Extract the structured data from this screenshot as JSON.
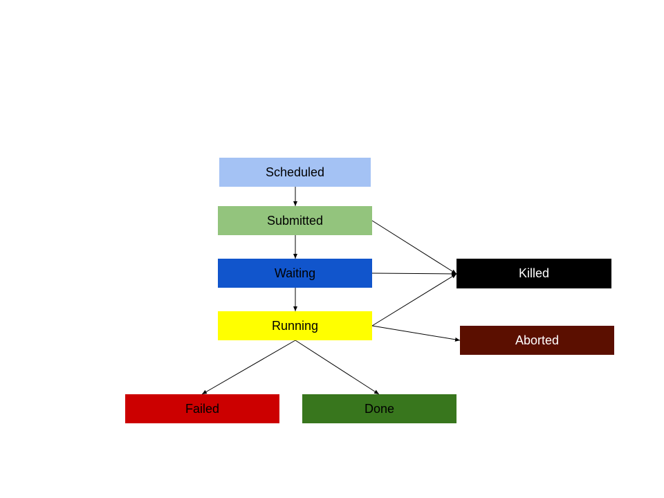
{
  "nodes": {
    "scheduled": {
      "label": "Scheduled",
      "color": "#a4c2f4",
      "text_color": "#000000"
    },
    "submitted": {
      "label": "Submitted",
      "color": "#93c47d",
      "text_color": "#000000"
    },
    "waiting": {
      "label": "Waiting",
      "color": "#1155cc",
      "text_color": "#000000"
    },
    "running": {
      "label": "Running",
      "color": "#ffff00",
      "text_color": "#000000"
    },
    "killed": {
      "label": "Killed",
      "color": "#000000",
      "text_color": "#ffffff"
    },
    "aborted": {
      "label": "Aborted",
      "color": "#5b0f00",
      "text_color": "#ffffff"
    },
    "failed": {
      "label": "Failed",
      "color": "#cc0000",
      "text_color": "#000000"
    },
    "done": {
      "label": "Done",
      "color": "#38761d",
      "text_color": "#000000"
    }
  },
  "edges": [
    {
      "from": "scheduled",
      "to": "submitted"
    },
    {
      "from": "submitted",
      "to": "waiting"
    },
    {
      "from": "waiting",
      "to": "running"
    },
    {
      "from": "submitted",
      "to": "killed"
    },
    {
      "from": "waiting",
      "to": "killed"
    },
    {
      "from": "running",
      "to": "killed"
    },
    {
      "from": "running",
      "to": "aborted"
    },
    {
      "from": "running",
      "to": "failed"
    },
    {
      "from": "running",
      "to": "done"
    }
  ],
  "edge_color": "#000000"
}
